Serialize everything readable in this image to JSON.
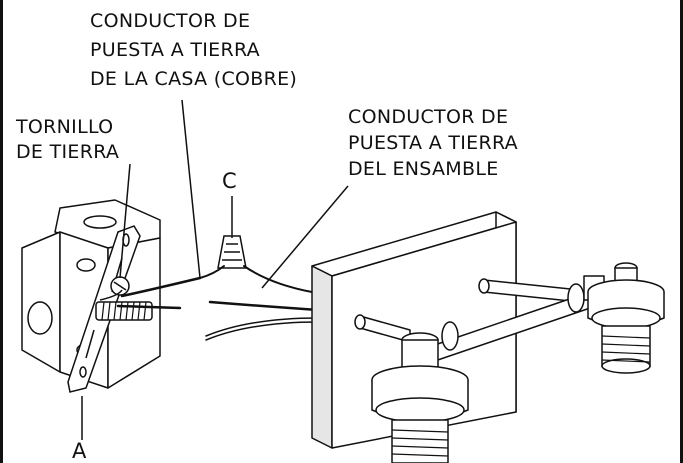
{
  "labels": {
    "house_ground_line1": "CONDUCTOR DE",
    "house_ground_line2": "PUESTA A TIERRA",
    "house_ground_line3": "DE LA CASA (COBRE)",
    "screw_line1": "TORNILLO",
    "screw_line2": "DE TIERRA",
    "assembly_ground_line1": "CONDUCTOR DE",
    "assembly_ground_line2": "PUESTA A TIERRA",
    "assembly_ground_line3": "DEL ENSAMBLE",
    "letter_c": "C",
    "letter_a": "A"
  },
  "colors": {
    "line": "#111111",
    "fill": "#ffffff",
    "shade": "#e6e6e6"
  }
}
